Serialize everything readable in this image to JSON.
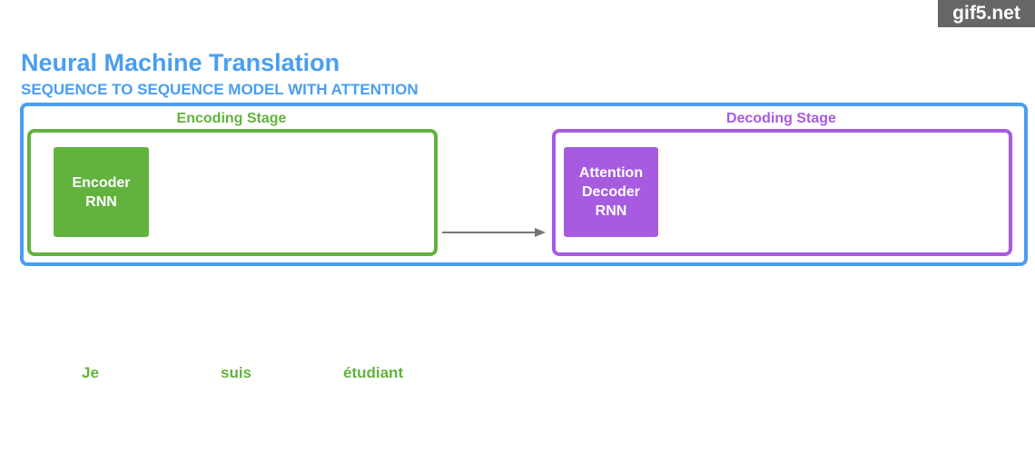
{
  "watermark": "gif5.net",
  "title": "Neural Machine Translation",
  "subtitle": "SEQUENCE TO SEQUENCE MODEL WITH ATTENTION",
  "encoding": {
    "stage_label": "Encoding Stage",
    "block_line1": "Encoder",
    "block_line2": "RNN"
  },
  "decoding": {
    "stage_label": "Decoding Stage",
    "block_line1": "Attention",
    "block_line2": "Decoder",
    "block_line3": "RNN"
  },
  "input_words": [
    "Je",
    "suis",
    "étudiant"
  ],
  "colors": {
    "blue": "#4a9ef0",
    "green": "#62b33e",
    "purple": "#a65be0",
    "arrow": "#777777"
  }
}
